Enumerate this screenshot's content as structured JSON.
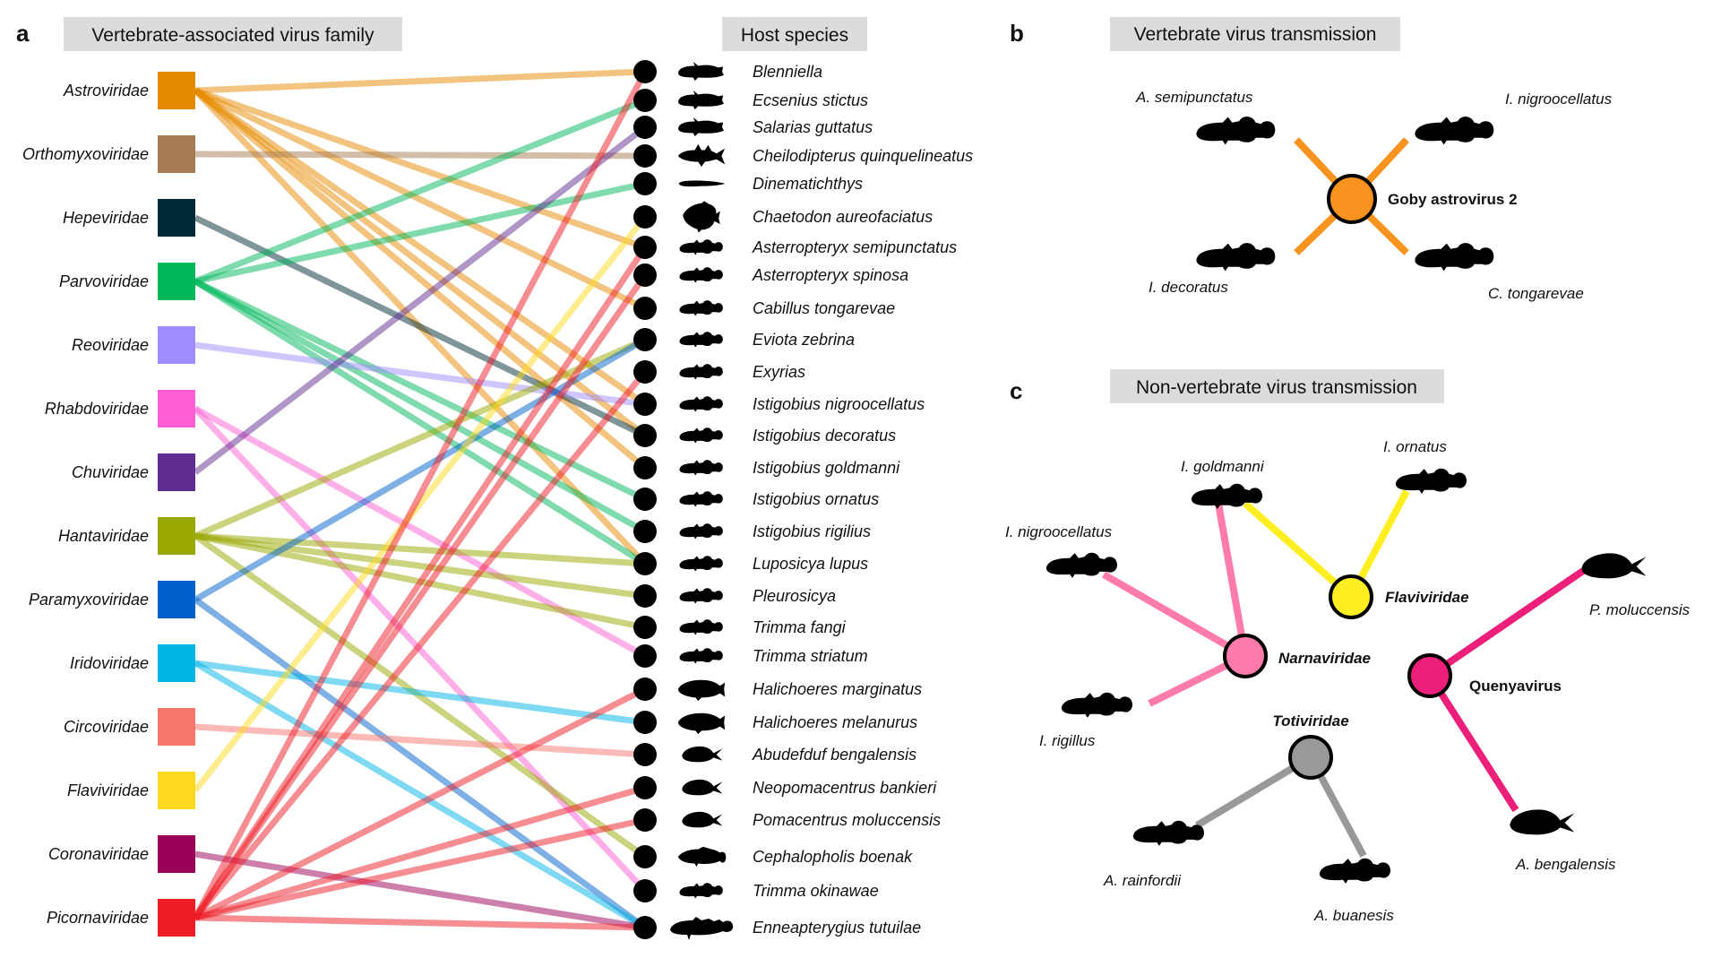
{
  "panel_a": {
    "letter": "a",
    "left_header": "Vertebrate-associated virus family",
    "right_header": "Host species",
    "families": [
      {
        "name": "Astroviridae",
        "color": "#E68A00"
      },
      {
        "name": "Orthomyxoviridae",
        "color": "#A67C52"
      },
      {
        "name": "Hepeviridae",
        "color": "#002B36"
      },
      {
        "name": "Parvoviridae",
        "color": "#00B85C"
      },
      {
        "name": "Reoviridae",
        "color": "#A08CFF"
      },
      {
        "name": "Rhabdoviridae",
        "color": "#FF5FD2"
      },
      {
        "name": "Chuviridae",
        "color": "#612C8F"
      },
      {
        "name": "Hantaviridae",
        "color": "#98A800"
      },
      {
        "name": "Paramyxoviridae",
        "color": "#0061CC"
      },
      {
        "name": "Iridoviridae",
        "color": "#00B4E6"
      },
      {
        "name": "Circoviridae",
        "color": "#F7756D"
      },
      {
        "name": "Flaviviridae",
        "color": "#FFD91F"
      },
      {
        "name": "Coronaviridae",
        "color": "#9B0059"
      },
      {
        "name": "Picornaviridae",
        "color": "#EE1C25"
      }
    ],
    "hosts": [
      {
        "name": "Blenniella",
        "fish": "blenny"
      },
      {
        "name": "Ecsenius stictus",
        "fish": "blenny"
      },
      {
        "name": "Salarias guttatus",
        "fish": "blenny"
      },
      {
        "name": "Cheilodipterus quinquelineatus",
        "fish": "cardinalfish"
      },
      {
        "name": "Dinematichthys",
        "fish": "eel"
      },
      {
        "name": "Chaetodon aureofaciatus",
        "fish": "butterflyfish"
      },
      {
        "name": "Asterropteryx semipunctatus",
        "fish": "goby"
      },
      {
        "name": "Asterropteryx spinosa",
        "fish": "goby"
      },
      {
        "name": "Cabillus tongarevae",
        "fish": "goby"
      },
      {
        "name": "Eviota zebrina",
        "fish": "goby"
      },
      {
        "name": "Exyrias",
        "fish": "goby"
      },
      {
        "name": "Istigobius nigroocellatus",
        "fish": "goby"
      },
      {
        "name": "Istigobius decoratus",
        "fish": "goby"
      },
      {
        "name": "Istigobius goldmanni",
        "fish": "goby"
      },
      {
        "name": "Istigobius ornatus",
        "fish": "goby"
      },
      {
        "name": "Istigobius rigilius",
        "fish": "goby"
      },
      {
        "name": "Luposicya lupus",
        "fish": "goby"
      },
      {
        "name": "Pleurosicya",
        "fish": "goby"
      },
      {
        "name": "Trimma fangi",
        "fish": "goby"
      },
      {
        "name": "Trimma striatum",
        "fish": "goby"
      },
      {
        "name": "Halichoeres marginatus",
        "fish": "wrasse"
      },
      {
        "name": "Halichoeres melanurus",
        "fish": "wrasse"
      },
      {
        "name": "Abudefduf bengalensis",
        "fish": "damselfish"
      },
      {
        "name": "Neopomacentrus bankieri",
        "fish": "damselfish"
      },
      {
        "name": "Pomacentrus moluccensis",
        "fish": "damselfish"
      },
      {
        "name": "Cephalopholis boenak",
        "fish": "grouper"
      },
      {
        "name": "Trimma okinawae",
        "fish": "goby"
      },
      {
        "name": "Enneapterygius tutuilae",
        "fish": "triplefin"
      }
    ],
    "links": [
      {
        "family": "Astroviridae",
        "host": "Blenniella"
      },
      {
        "family": "Astroviridae",
        "host": "Asterropteryx semipunctatus"
      },
      {
        "family": "Astroviridae",
        "host": "Cabillus tongarevae"
      },
      {
        "family": "Astroviridae",
        "host": "Istigobius nigroocellatus"
      },
      {
        "family": "Astroviridae",
        "host": "Istigobius decoratus"
      },
      {
        "family": "Astroviridae",
        "host": "Istigobius goldmanni"
      },
      {
        "family": "Astroviridae",
        "host": "Luposicya lupus"
      },
      {
        "family": "Orthomyxoviridae",
        "host": "Cheilodipterus quinquelineatus"
      },
      {
        "family": "Hepeviridae",
        "host": "Istigobius decoratus"
      },
      {
        "family": "Parvoviridae",
        "host": "Ecsenius stictus"
      },
      {
        "family": "Parvoviridae",
        "host": "Dinematichthys"
      },
      {
        "family": "Parvoviridae",
        "host": "Istigobius ornatus"
      },
      {
        "family": "Parvoviridae",
        "host": "Istigobius rigilius"
      },
      {
        "family": "Parvoviridae",
        "host": "Luposicya lupus"
      },
      {
        "family": "Reoviridae",
        "host": "Istigobius nigroocellatus"
      },
      {
        "family": "Rhabdoviridae",
        "host": "Trimma striatum"
      },
      {
        "family": "Rhabdoviridae",
        "host": "Trimma okinawae"
      },
      {
        "family": "Chuviridae",
        "host": "Salarias guttatus"
      },
      {
        "family": "Hantaviridae",
        "host": "Eviota zebrina"
      },
      {
        "family": "Hantaviridae",
        "host": "Luposicya lupus"
      },
      {
        "family": "Hantaviridae",
        "host": "Pleurosicya"
      },
      {
        "family": "Hantaviridae",
        "host": "Trimma fangi"
      },
      {
        "family": "Hantaviridae",
        "host": "Cephalopholis boenak"
      },
      {
        "family": "Paramyxoviridae",
        "host": "Eviota zebrina"
      },
      {
        "family": "Paramyxoviridae",
        "host": "Enneapterygius tutuilae"
      },
      {
        "family": "Iridoviridae",
        "host": "Halichoeres melanurus"
      },
      {
        "family": "Iridoviridae",
        "host": "Enneapterygius tutuilae"
      },
      {
        "family": "Circoviridae",
        "host": "Abudefduf bengalensis"
      },
      {
        "family": "Flaviviridae",
        "host": "Chaetodon aureofaciatus"
      },
      {
        "family": "Coronaviridae",
        "host": "Enneapterygius tutuilae"
      },
      {
        "family": "Picornaviridae",
        "host": "Blenniella"
      },
      {
        "family": "Picornaviridae",
        "host": "Asterropteryx semipunctatus"
      },
      {
        "family": "Picornaviridae",
        "host": "Asterropteryx spinosa"
      },
      {
        "family": "Picornaviridae",
        "host": "Exyrias"
      },
      {
        "family": "Picornaviridae",
        "host": "Halichoeres marginatus"
      },
      {
        "family": "Picornaviridae",
        "host": "Neopomacentrus bankieri"
      },
      {
        "family": "Picornaviridae",
        "host": "Pomacentrus moluccensis"
      },
      {
        "family": "Picornaviridae",
        "host": "Enneapterygius tutuilae"
      }
    ]
  },
  "panel_b": {
    "letter": "b",
    "header": "Vertebrate virus transmission",
    "virus": {
      "name": "Goby astrovirus 2",
      "color": "#F7931E"
    },
    "link_color": "#F7931E",
    "hosts": [
      "A. semipunctatus",
      "I. nigroocellatus",
      "I. decoratus",
      "C. tongarevae"
    ]
  },
  "panel_c": {
    "letter": "c",
    "header": "Non-vertebrate virus transmission",
    "viruses": [
      {
        "name": "Flaviviridae",
        "color": "#FFEE22",
        "italic": true,
        "hosts": [
          "I. goldmanni",
          "I. ornatus"
        ]
      },
      {
        "name": "Narnaviridae",
        "color": "#FF7BAC",
        "italic": true,
        "hosts": [
          "I. nigroocellatus",
          "I. goldmanni",
          "I. rigillus"
        ]
      },
      {
        "name": "Quenyavirus",
        "color": "#EC207A",
        "italic": false,
        "hosts": [
          "P. moluccensis",
          "A. bengalensis"
        ]
      },
      {
        "name": "Totiviridae",
        "color": "#999999",
        "italic": true,
        "hosts": [
          "A. rainfordii",
          "A. buanesis"
        ]
      }
    ],
    "fish_labels": [
      "I. goldmanni",
      "I. ornatus",
      "I. nigroocellatus",
      "I. rigillus",
      "P. moluccensis",
      "A. bengalensis",
      "A. rainfordii",
      "A. buanesis"
    ]
  }
}
